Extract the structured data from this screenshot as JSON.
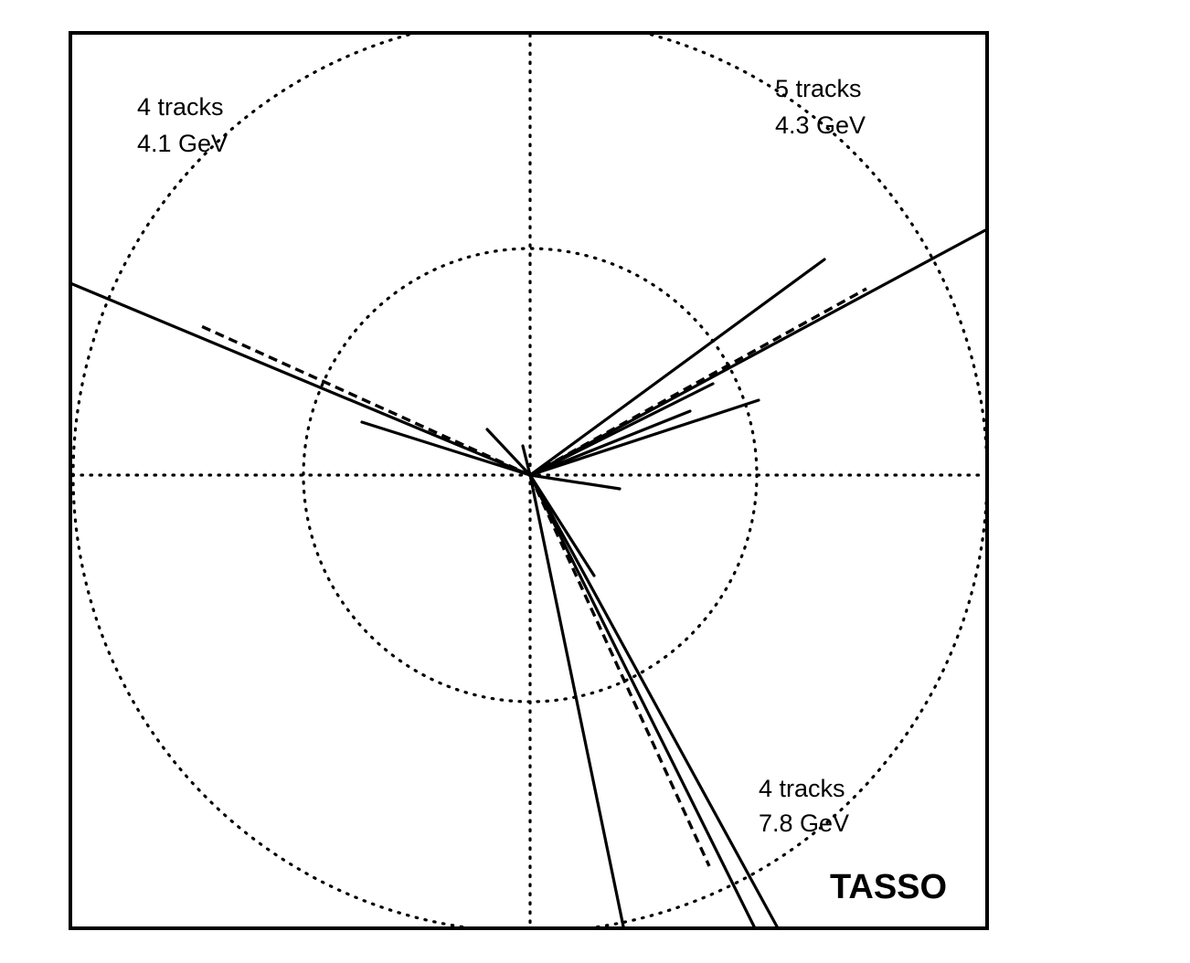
{
  "experiment": "TASSO",
  "jets": [
    {
      "tracks": "4 tracks",
      "energy": "4.1 GeV"
    },
    {
      "tracks": "5 tracks",
      "energy": "4.3 GeV"
    },
    {
      "tracks": "4 tracks",
      "energy": "7.8 GeV"
    }
  ]
}
